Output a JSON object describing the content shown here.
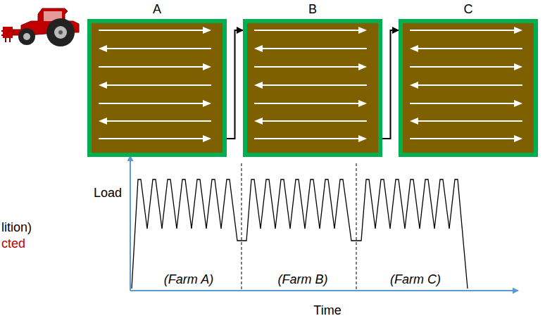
{
  "diagram": {
    "nodes": [
      {
        "text": [
          "A"
        ]
      },
      {
        "text": [
          "B"
        ]
      },
      {
        "text": [
          "C"
        ]
      }
    ],
    "edges": [
      {
        "from": 0,
        "to": 1,
        "arrow": "to"
      },
      {
        "from": 1,
        "to": 2,
        "arrow": "to"
      }
    ],
    "labels": [
      "Load",
      "Time",
      "(Farm A)",
      "(Farm B)",
      "(Farm C)",
      "lition)",
      "cted"
    ]
  }
}
